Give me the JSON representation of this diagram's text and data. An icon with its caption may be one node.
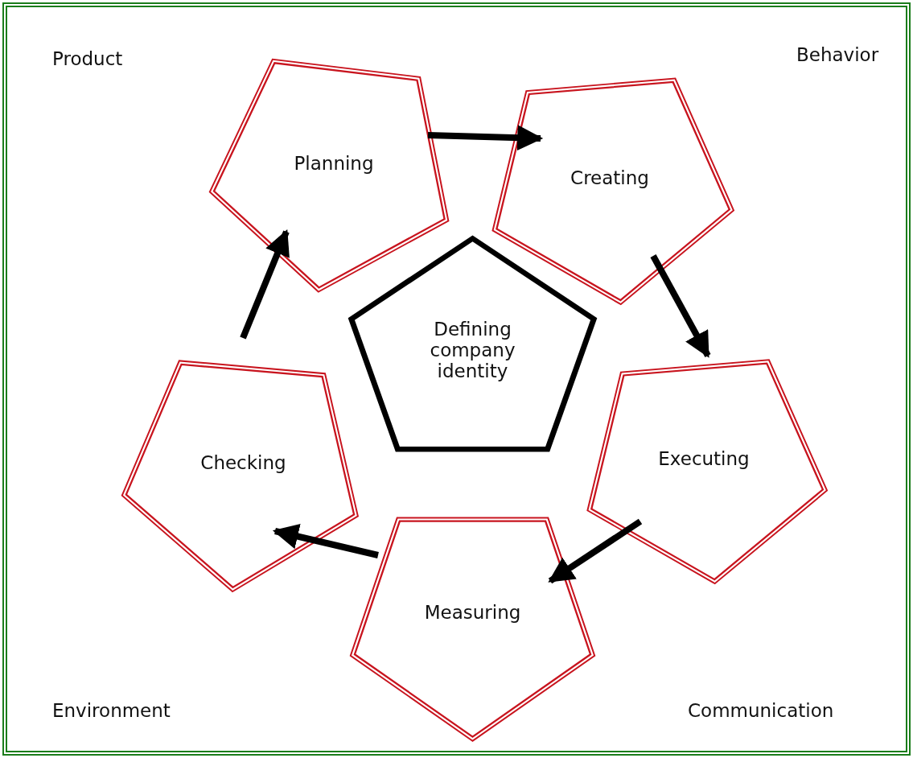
{
  "diagram": {
    "nodes": [
      {
        "text": [
          "Planning"
        ]
      },
      {
        "text": [
          "Creating"
        ]
      },
      {
        "text": [
          "Executing"
        ]
      },
      {
        "text": [
          "Measuring"
        ]
      },
      {
        "text": [
          "Checking"
        ]
      },
      {
        "text": [
          "Defining company identity"
        ]
      }
    ],
    "edges": [
      {
        "from": 0,
        "to": 1,
        "arrow": "to"
      },
      {
        "from": 1,
        "to": 2,
        "arrow": "to"
      },
      {
        "from": 2,
        "to": 3,
        "arrow": "to"
      },
      {
        "from": 3,
        "to": 4,
        "arrow": "to"
      },
      {
        "from": 4,
        "to": 0,
        "arrow": "to"
      }
    ],
    "labels": [
      "Product",
      "Behavior",
      "Environment",
      "Communication"
    ]
  }
}
